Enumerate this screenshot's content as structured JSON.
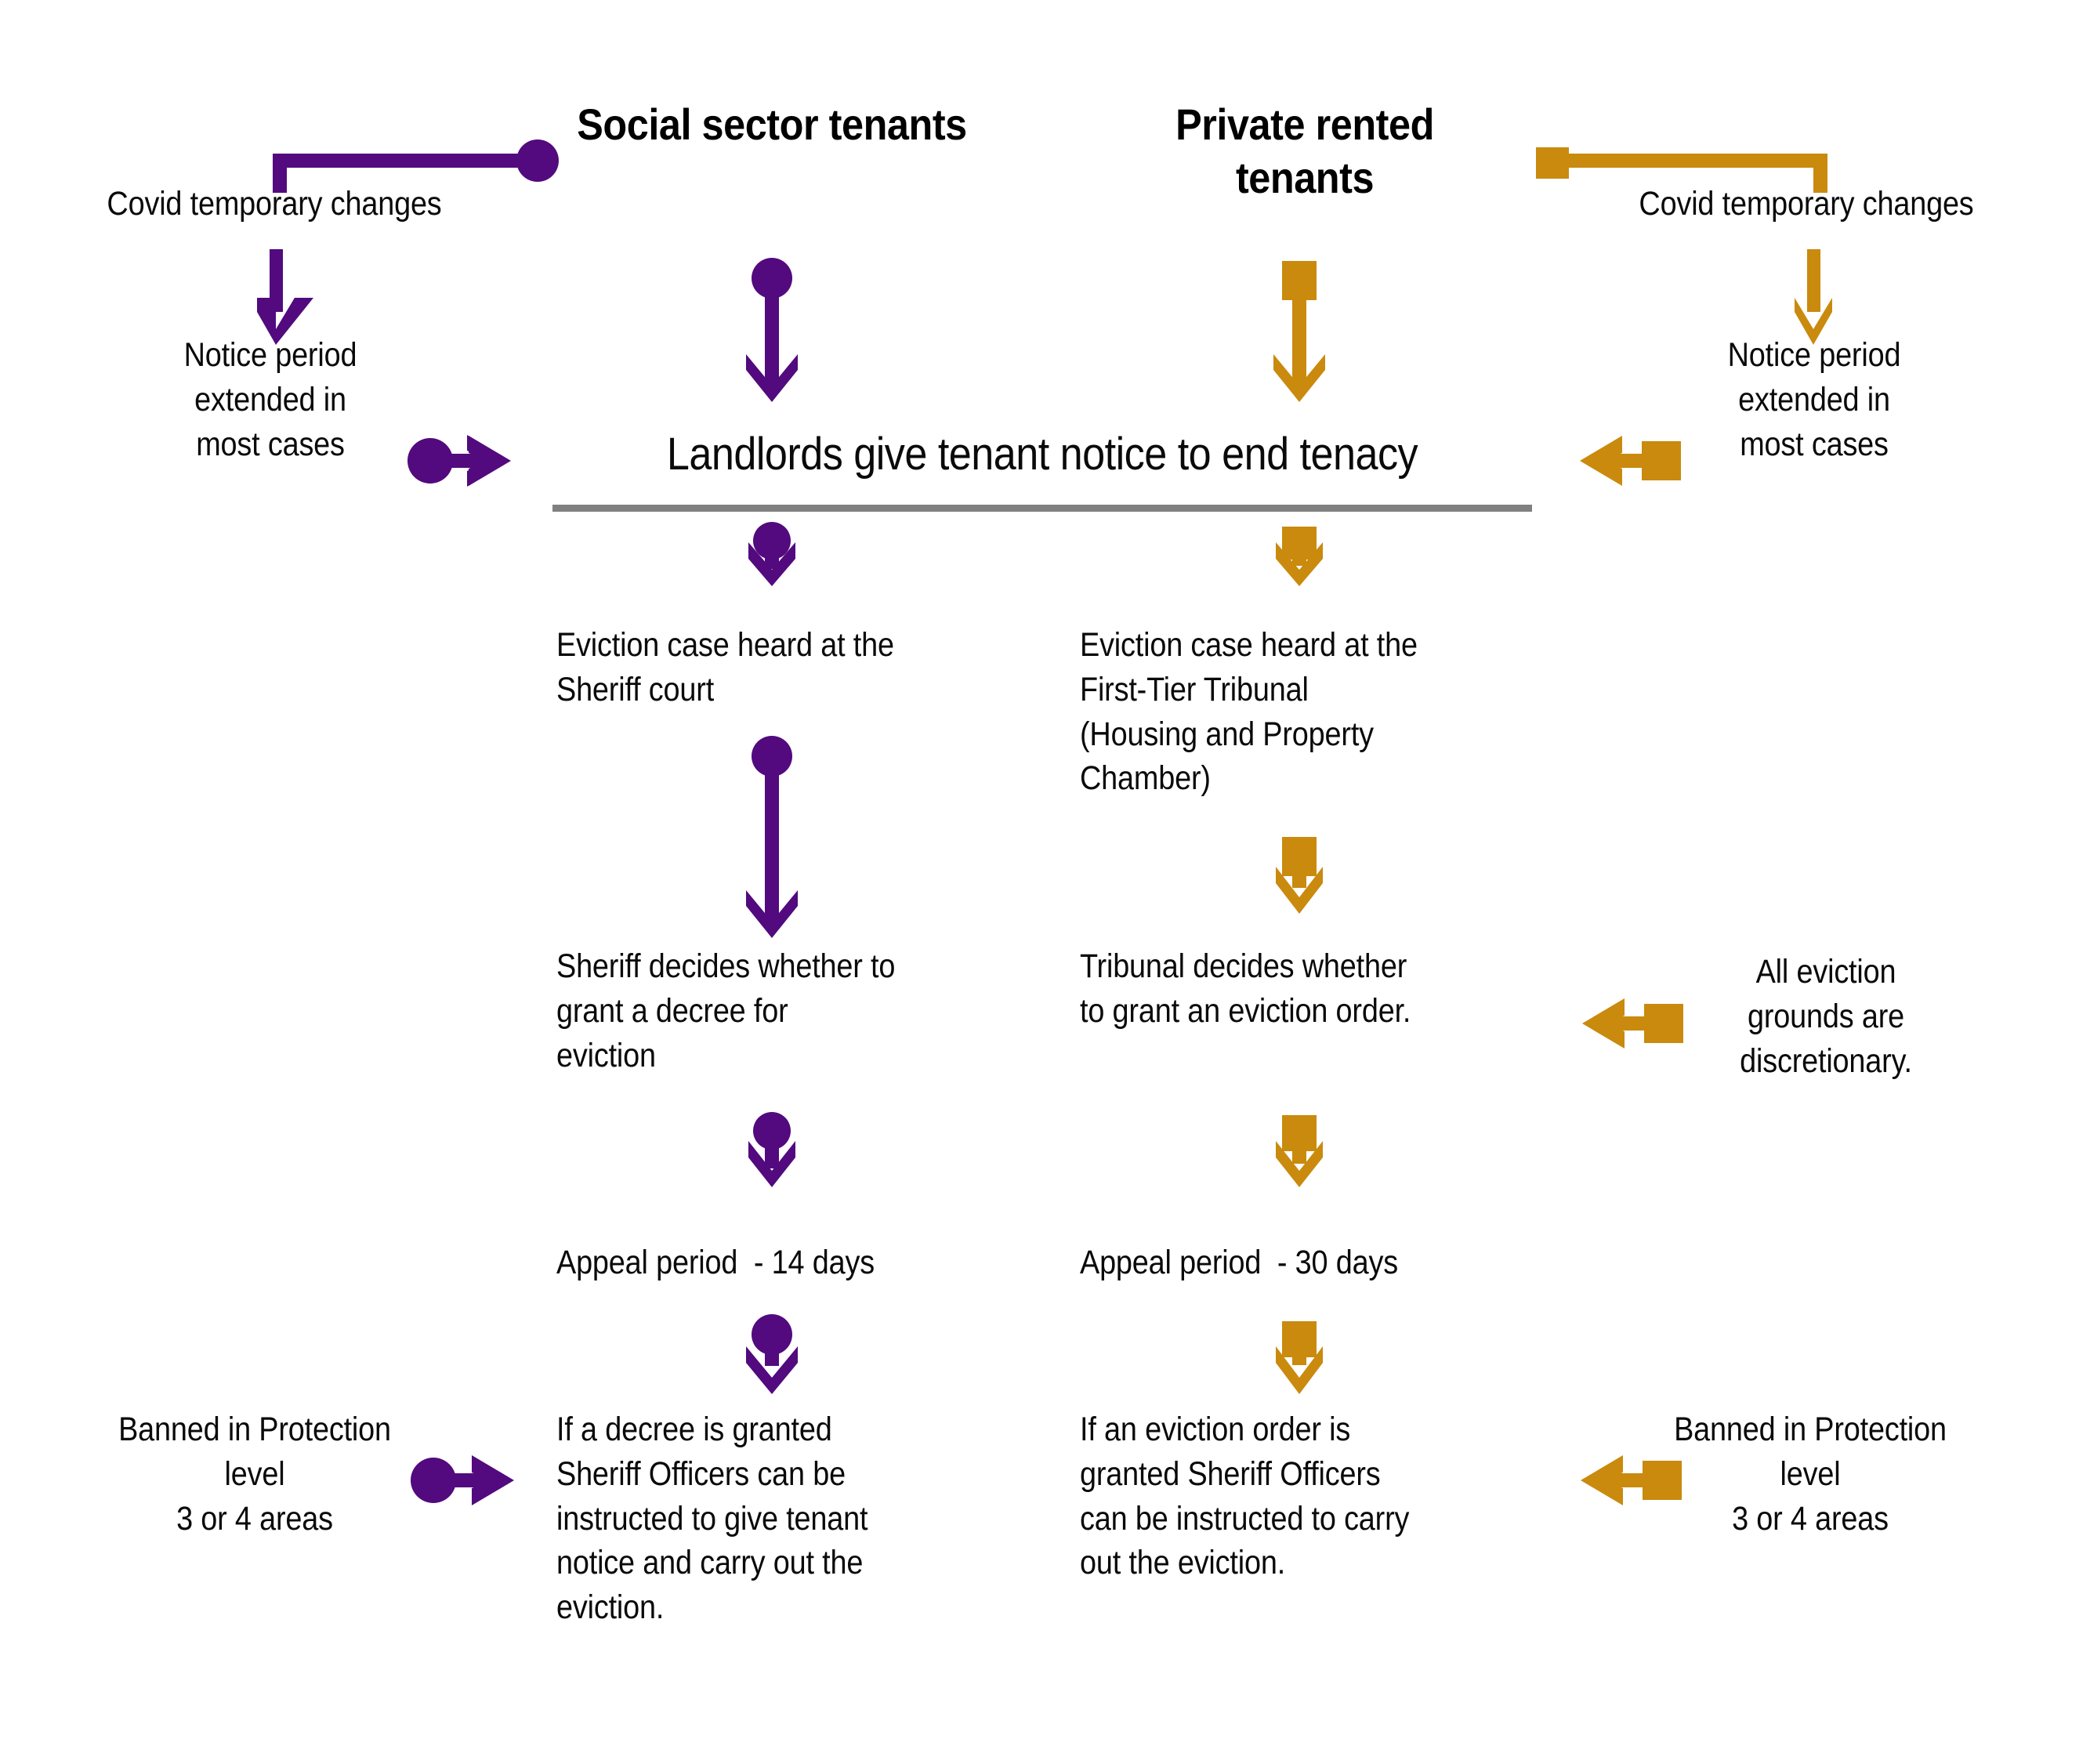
{
  "colors": {
    "social_sector_purple": "#520A7E",
    "private_rented_orange": "#C98A0E",
    "divider_gray": "#808080",
    "text_black": "#0A0A0A",
    "background": "#FFFFFF"
  },
  "headings": {
    "social": "Social sector\ntenants",
    "private": "Private rented\ntenants"
  },
  "shared_step": {
    "label": "Landlords give tenant notice to end tenacy"
  },
  "left_annotations": {
    "covid_heading": "Covid temporary changes",
    "notice_period": "Notice period\nextended in\nmost cases",
    "banned": "Banned in Protection\nlevel\n3 or 4 areas"
  },
  "right_annotations": {
    "covid_heading": "Covid temporary changes",
    "notice_period": "Notice period\nextended in\nmost cases",
    "discretionary": "All eviction\ngrounds are\ndiscretionary.",
    "banned": "Banned in Protection\nlevel\n3 or 4 areas"
  },
  "social_column": {
    "steps": [
      "Eviction case heard at the\nSheriff court",
      "Sheriff decides whether to\ngrant a decree for\neviction",
      "Appeal period  - 14 days",
      "If a decree is granted\nSheriff Officers can be\ninstructed to give tenant\nnotice and carry out the\neviction."
    ],
    "appeal_days": "14"
  },
  "private_column": {
    "steps": [
      "Eviction case heard at the\nFirst-Tier Tribunal\n(Housing and Property\nChamber)",
      "Tribunal decides whether\nto grant an eviction order.",
      "Appeal period  - 30 days",
      "If an eviction order is\ngranted Sheriff Officers\ncan be instructed to carry\nout the eviction."
    ],
    "appeal_days": "30"
  },
  "connectors": {
    "down_arrow_social": "down-arrow-purple",
    "down_arrow_private": "down-arrow-orange",
    "right_arrow_social": "right-arrow-purple",
    "left_arrow_private": "left-arrow-orange",
    "bracket_left": "bracket-purple",
    "bracket_right": "bracket-orange"
  }
}
